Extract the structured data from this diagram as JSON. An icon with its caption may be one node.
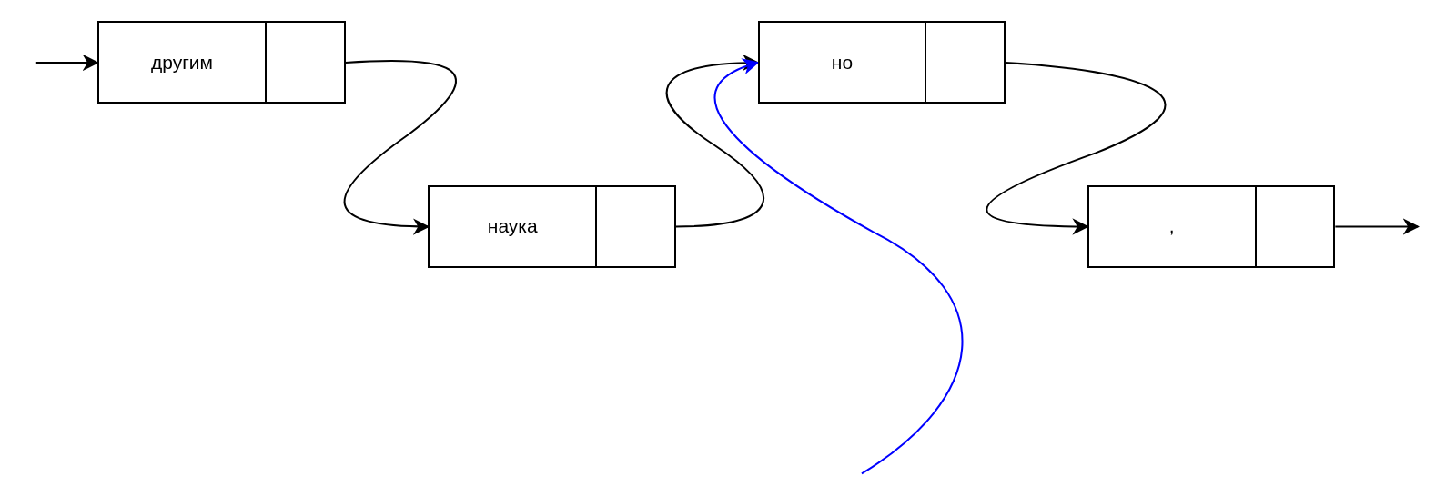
{
  "diagram": {
    "nodes": [
      {
        "text": [
          "другим"
        ]
      },
      {
        "text": [
          "наука"
        ]
      },
      {
        "text": [
          "но"
        ]
      },
      {
        "text": [
          ","
        ]
      }
    ],
    "edges": [
      {
        "from": null,
        "to": 0,
        "arrow": "to"
      },
      {
        "from": 0,
        "to": 1,
        "arrow": "to"
      },
      {
        "from": 1,
        "to": 2,
        "arrow": "to"
      },
      {
        "from": 2,
        "to": 3,
        "arrow": "to"
      },
      {
        "from": 3,
        "to": null,
        "arrow": "to"
      },
      {
        "from": null,
        "to": 2,
        "arrow": "to",
        "color": "#0000ff"
      }
    ]
  }
}
